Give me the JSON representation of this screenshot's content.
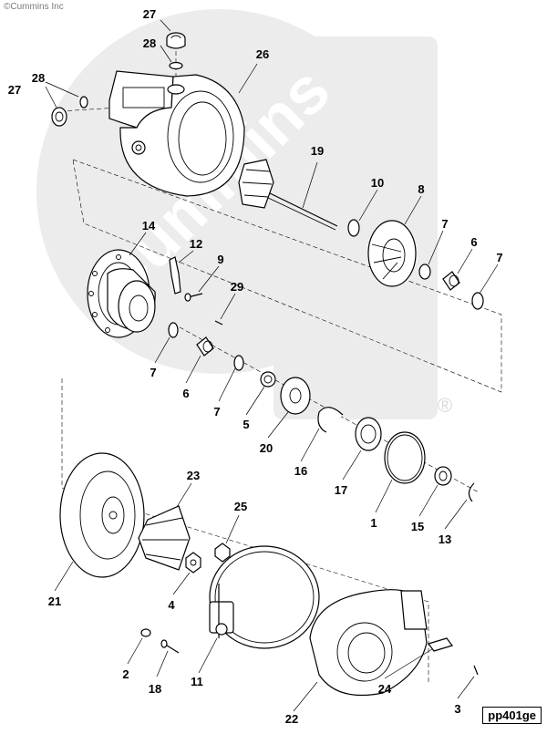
{
  "copyright": "©Cummins Inc",
  "watermark": "Cummins",
  "registered_mark": "®",
  "drawing_ref": "pp401ge",
  "callouts": [
    "27",
    "28",
    "26",
    "27",
    "28",
    "19",
    "10",
    "8",
    "14",
    "12",
    "9",
    "7",
    "6",
    "7",
    "29",
    "7",
    "6",
    "7",
    "5",
    "20",
    "16",
    "17",
    "1",
    "15",
    "13",
    "23",
    "25",
    "21",
    "4",
    "2",
    "18",
    "11",
    "24",
    "22",
    "3"
  ]
}
